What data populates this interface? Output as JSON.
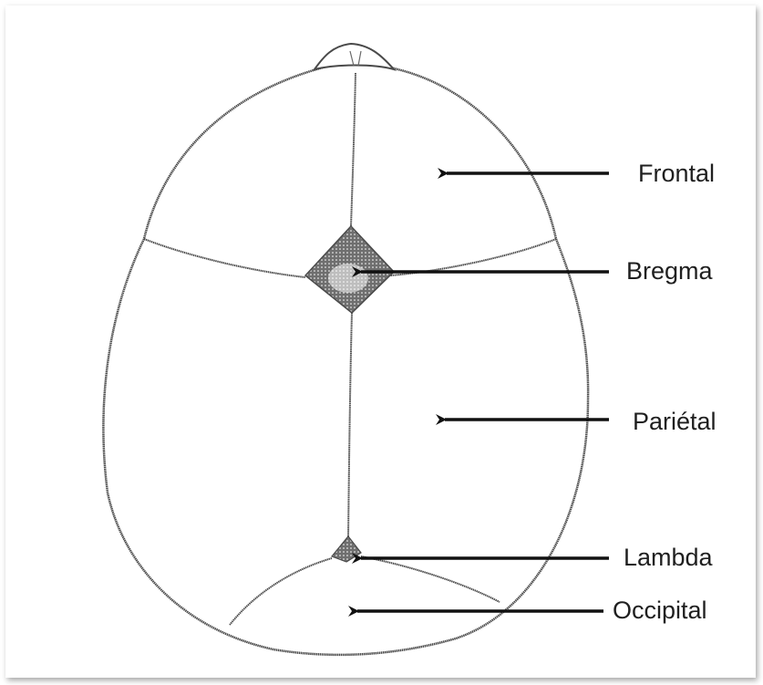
{
  "labels": {
    "frontal": "Frontal",
    "bregma": "Bregma",
    "parietal": "Pariétal",
    "lambda": "Lambda",
    "occipital": "Occipital"
  },
  "colors": {
    "outline": "#4a4a4a",
    "arrow": "#111111",
    "fontanelle_fill": "#7a7a7a",
    "text": "#1f1f1f"
  }
}
